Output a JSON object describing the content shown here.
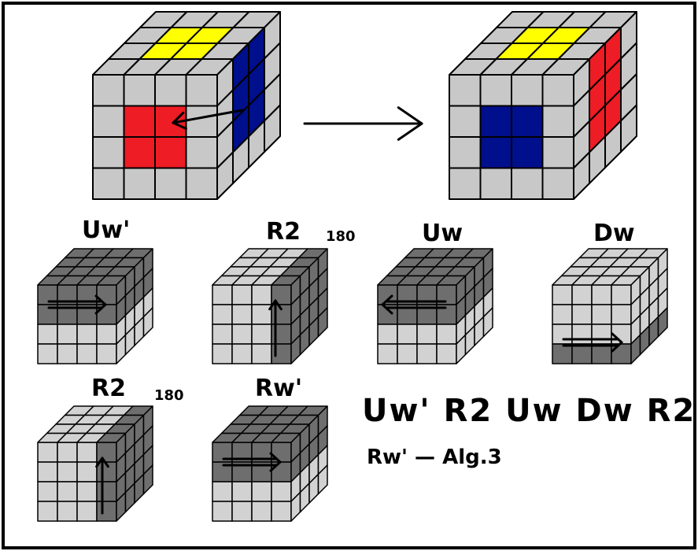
{
  "colors": {
    "sticker_grey": "#c8c8c8",
    "sticker_light": "#d2d2d2",
    "sticker_dark": "#6e6e6e",
    "yellow": "#ffff00",
    "red": "#ee1c24",
    "blue": "#000f8c",
    "outline": "#000000"
  },
  "moves": [
    {
      "label": "Uw'",
      "note": "",
      "highlight": "upper-layers",
      "arrow": "right-arrow"
    },
    {
      "label": "R2",
      "note": "180",
      "highlight": "right-column",
      "arrow": "up-arrow"
    },
    {
      "label": "Uw",
      "note": "",
      "highlight": "upper-layers",
      "arrow": "left-arrow"
    },
    {
      "label": "Dw",
      "note": "",
      "highlight": "lower-layers",
      "arrow": "right-arrow"
    },
    {
      "label": "R2",
      "note": "180",
      "highlight": "right-column",
      "arrow": "up-arrow"
    },
    {
      "label": "Rw'",
      "note": "",
      "highlight": "upper-layers",
      "arrow": "right-arrow"
    }
  ],
  "algorithm": "Uw' R2 Uw Dw R2",
  "algorithm_ref": "Rw' — Alg.3"
}
